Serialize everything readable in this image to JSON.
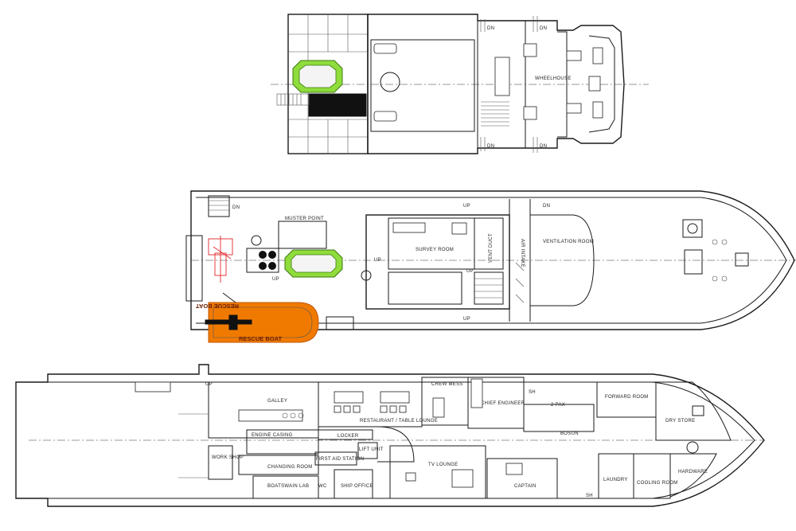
{
  "deck_top": {
    "labels": {
      "wheelhouse": "WHEELHOUSE",
      "dn1": "DN",
      "dn2": "DN",
      "dn3": "DN",
      "dn4": "DN"
    }
  },
  "deck_main": {
    "labels": {
      "muster_point": "MUSTER POINT",
      "survey_room": "SURVEY ROOM",
      "ventilation_room": "VENTILATION ROOM",
      "vent_duct": "VENT DUCT",
      "air_intake": "AIR INTAKE",
      "rescue_boat_1": "RESCUE BOAT",
      "rescue_boat_2": "RESCUE BOAT",
      "dn": "DN",
      "up1": "UP",
      "up2": "UP",
      "up3": "UP",
      "up4": "UP",
      "up5": "UP",
      "dn2": "DN"
    }
  },
  "deck_lower": {
    "labels": {
      "galley": "GALLEY",
      "restaurant": "RESTAURANT / TABLE LOUNGE",
      "crew_mess": "CREW MESS",
      "chief_engineer": "CHIEF ENGINEER",
      "pax2": "2 PAX",
      "bosun": "BOSUN",
      "forward_room": "FORWARD ROOM",
      "dry_store": "DRY STORE",
      "engine_casing": "ENGINE CASING",
      "locker": "LOCKER",
      "lift_unit": "LIFT UNIT",
      "work_shop": "WORK SHOP",
      "changing_room": "CHANGING ROOM",
      "first_aid": "FIRST AID STATION",
      "tv_lounge": "TV LOUNGE",
      "captain": "CAPTAIN",
      "laundry": "LAUNDRY",
      "cooling_room": "COOLING ROOM",
      "hardware": "HARDWARE",
      "boat_waiter": "BOATSWAIN LAB",
      "ship_office": "SHIP OFFICE",
      "up": "UP",
      "wc": "WC",
      "sh": "SH",
      "sh2": "SH"
    }
  },
  "colors": {
    "line": "#1a1a1a",
    "rescue_boat": "#f07a00",
    "liferaft": "#8fdc3c",
    "davit": "#e0282d"
  }
}
